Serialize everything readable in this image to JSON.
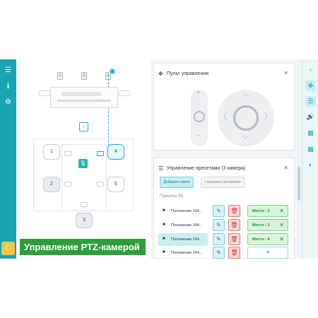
{
  "left_bar": {
    "menu_icon": "☰",
    "info_icon": "ℹ",
    "settings_icon": "⚙",
    "user_icon": "☾"
  },
  "canvas": {
    "seats": [
      {
        "label": "1"
      },
      {
        "label": "4"
      },
      {
        "label": "2"
      },
      {
        "label": "5"
      },
      {
        "label": "3"
      }
    ],
    "cameras": [
      "1",
      "2",
      "3"
    ],
    "home_icon": "⌂",
    "mic_icon": "🎙"
  },
  "banner": {
    "text": "Управление PTZ-камерой"
  },
  "control_panel": {
    "title": "Пульт управления",
    "icon": "✥",
    "close": "✕",
    "plus": "+",
    "minus": "–",
    "arrows": {
      "up": "︿",
      "down": "﹀",
      "left": "〈",
      "right": "〉"
    }
  },
  "presets_panel": {
    "title": "Управление пресетами (3 камера)",
    "icon": "☰",
    "close": "✕",
    "add_label": "Добавить новое",
    "save_label": "Сохранить положение",
    "count_label": "Пресеты (9)",
    "rows": [
      {
        "name": "Положение 164...",
        "place": "Место - 2"
      },
      {
        "name": "Положение 164...",
        "place": "Место - 3"
      },
      {
        "name": "Положение 164...",
        "place": "Место - 4"
      },
      {
        "name": "Положение 164...",
        "place": ""
      }
    ],
    "edit_icon": "✎",
    "delete_icon": "🗑",
    "remove_icon": "✕",
    "plus_icon": "+"
  },
  "right_bar": {
    "collapse_icon": "‹",
    "move_icon": "✥",
    "list_icon": "☰",
    "volume_icon": "🔊",
    "grid_icon": "▦",
    "grid2_icon": "▦",
    "palette_icon": "◐"
  }
}
